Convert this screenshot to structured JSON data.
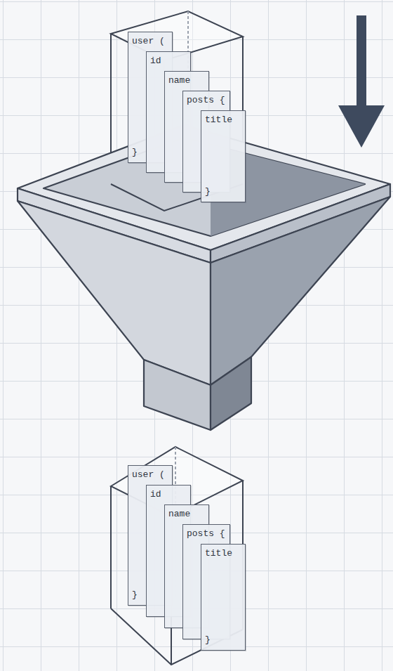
{
  "diagram": {
    "nodes": [
      {
        "text": [
          "user (",
          "}"
        ]
      },
      {
        "text": [
          "id"
        ]
      },
      {
        "text": [
          "name"
        ]
      },
      {
        "text": [
          "posts {"
        ]
      },
      {
        "text": [
          "title",
          "}"
        ]
      },
      {
        "text": [
          "user (",
          "}"
        ]
      },
      {
        "text": [
          "id"
        ]
      },
      {
        "text": [
          "name"
        ]
      },
      {
        "text": [
          "posts {"
        ]
      },
      {
        "text": [
          "title",
          "}"
        ]
      }
    ]
  }
}
